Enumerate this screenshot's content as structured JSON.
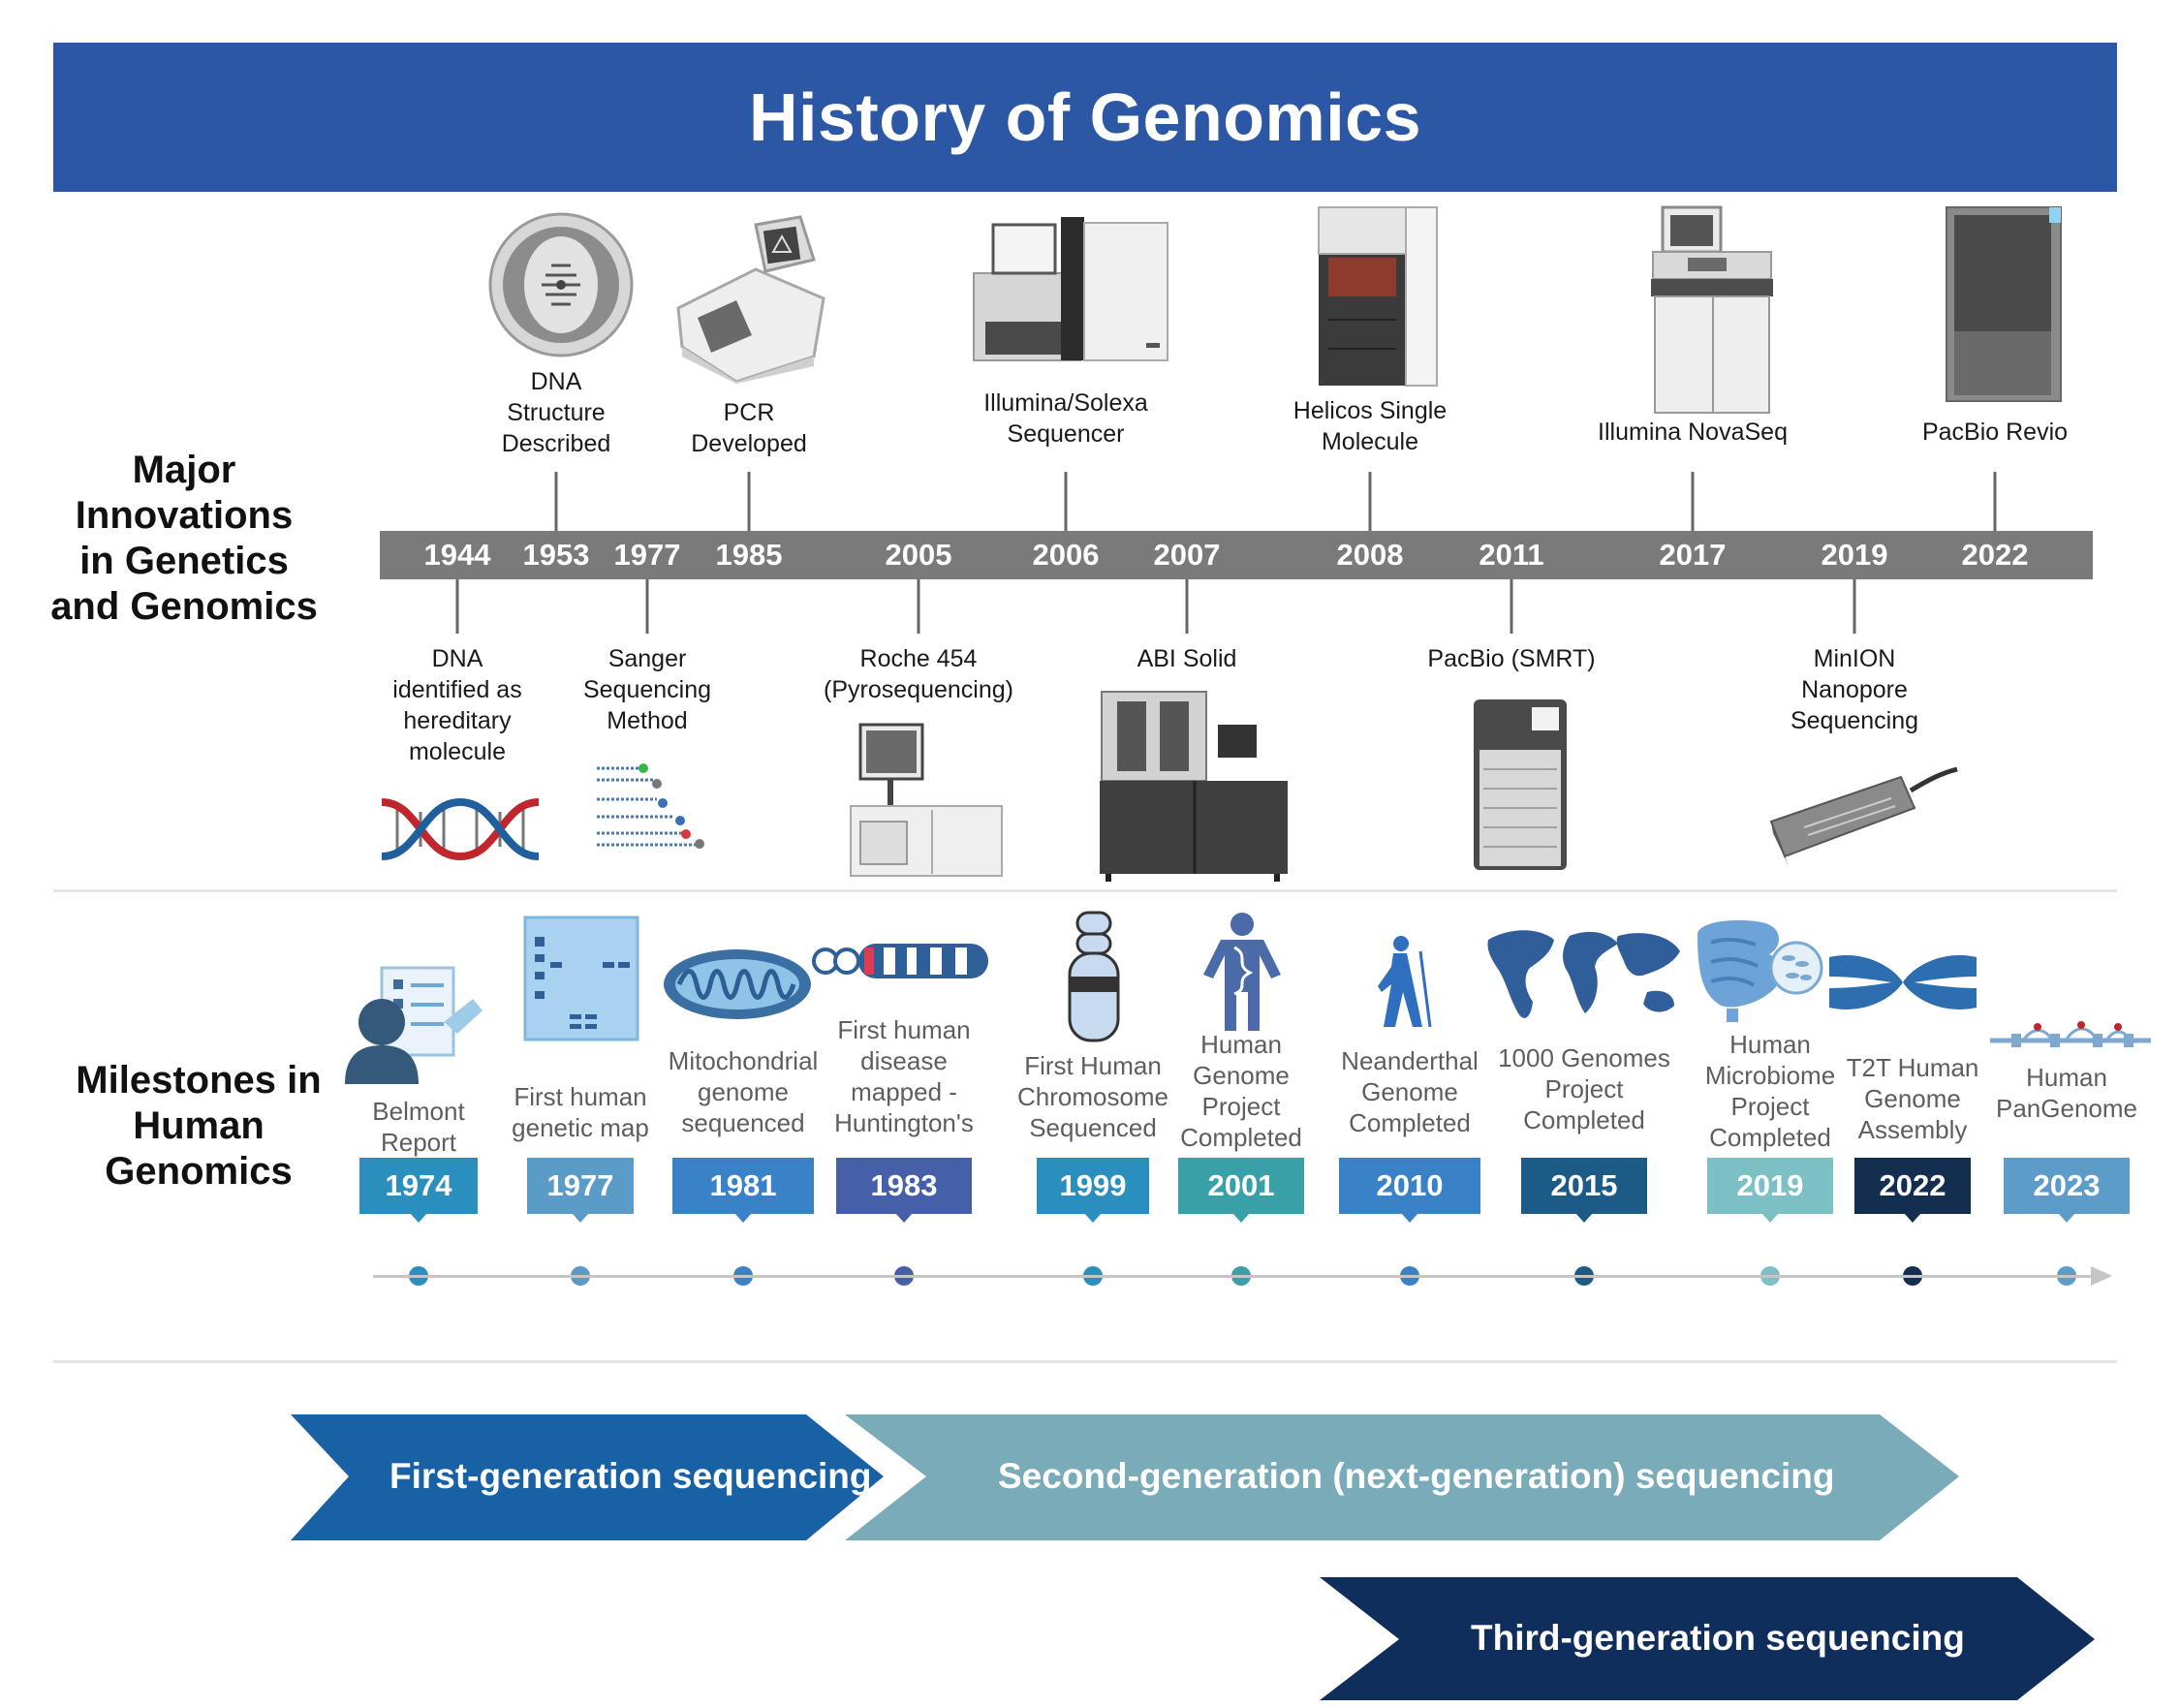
{
  "title": "History of Genomics",
  "sections": {
    "innovations": "Major Innovations in Genetics and Genomics",
    "milestones": "Milestones in Human Genomics"
  },
  "innovation_years": [
    "1944",
    "1953",
    "1977",
    "1985",
    "2005",
    "2006",
    "2007",
    "2008",
    "2011",
    "2017",
    "2019",
    "2022"
  ],
  "innovations_above": [
    {
      "year": "1953",
      "label": "DNA\nStructure\nDescribed",
      "icon": "dna-diffraction-icon"
    },
    {
      "year": "1985",
      "label": "PCR\nDeveloped",
      "icon": "pcr-machine-icon"
    },
    {
      "year": "2006",
      "label": "Illumina/Solexa\nSequencer",
      "icon": "illumina-solexa-icon"
    },
    {
      "year": "2008",
      "label": "Helicos Single\nMolecule",
      "icon": "helicos-sequencer-icon"
    },
    {
      "year": "2017",
      "label": "Illumina NovaSeq",
      "icon": "novaseq-icon"
    },
    {
      "year": "2022",
      "label": "PacBio Revio",
      "icon": "pacbio-revio-icon"
    }
  ],
  "innovations_below": [
    {
      "year": "1944",
      "label": "DNA\nidentified as\nhereditary\nmolecule",
      "icon": "dna-helix-icon"
    },
    {
      "year": "1977",
      "label": "Sanger\nSequencing\nMethod",
      "icon": "sanger-reads-icon"
    },
    {
      "year": "2005",
      "label": "Roche 454\n(Pyrosequencing)",
      "icon": "roche-454-icon"
    },
    {
      "year": "2007",
      "label": "ABI Solid",
      "icon": "abi-solid-icon"
    },
    {
      "year": "2011",
      "label": "PacBio (SMRT)",
      "icon": "pacbio-smrt-icon"
    },
    {
      "year": "2019",
      "label": "MinION\nNanopore\nSequencing",
      "icon": "minion-icon"
    }
  ],
  "milestones": [
    {
      "year": "1974",
      "label": "Belmont\nReport",
      "color": "#2a8fbd",
      "icon": "person-checklist-icon"
    },
    {
      "year": "1977",
      "label": "First human\ngenetic map",
      "color": "#5b9bc8",
      "icon": "gel-map-icon"
    },
    {
      "year": "1981",
      "label": "Mitochondrial\ngenome\nsequenced",
      "color": "#3a82c7",
      "icon": "mitochondrion-icon"
    },
    {
      "year": "1983",
      "label": "First human\ndisease\nmapped -\nHuntington's",
      "color": "#4560a8",
      "icon": "chromosome-map-icon"
    },
    {
      "year": "1999",
      "label": "First Human\nChromosome\nSequenced",
      "color": "#2a8fbd",
      "icon": "chromosome-icon"
    },
    {
      "year": "2001",
      "label": "Human\nGenome\nProject\nCompleted",
      "color": "#3aa0a8",
      "icon": "human-dna-icon"
    },
    {
      "year": "2010",
      "label": "Neanderthal\nGenome\nCompleted",
      "color": "#3a82c7",
      "icon": "neanderthal-icon"
    },
    {
      "year": "2015",
      "label": "1000 Genomes\nProject\nCompleted",
      "color": "#1d5b87",
      "icon": "world-map-icon"
    },
    {
      "year": "2019",
      "label": "Human\nMicrobiome\nProject\nCompleted",
      "color": "#7cc0c5",
      "icon": "intestine-microbe-icon"
    },
    {
      "year": "2022",
      "label": "T2T Human\nGenome\nAssembly",
      "color": "#132e4f",
      "icon": "x-chromosome-icon"
    },
    {
      "year": "2023",
      "label": "Human\nPanGenome",
      "color": "#5d9cc9",
      "icon": "pangenome-graph-icon"
    }
  ],
  "generations": [
    {
      "label": "First-generation sequencing",
      "color": "#1861a4"
    },
    {
      "label": "Second-generation (next-generation) sequencing",
      "color": "#7aabb8"
    },
    {
      "label": "Third-generation sequencing",
      "color": "#102e5c"
    }
  ]
}
